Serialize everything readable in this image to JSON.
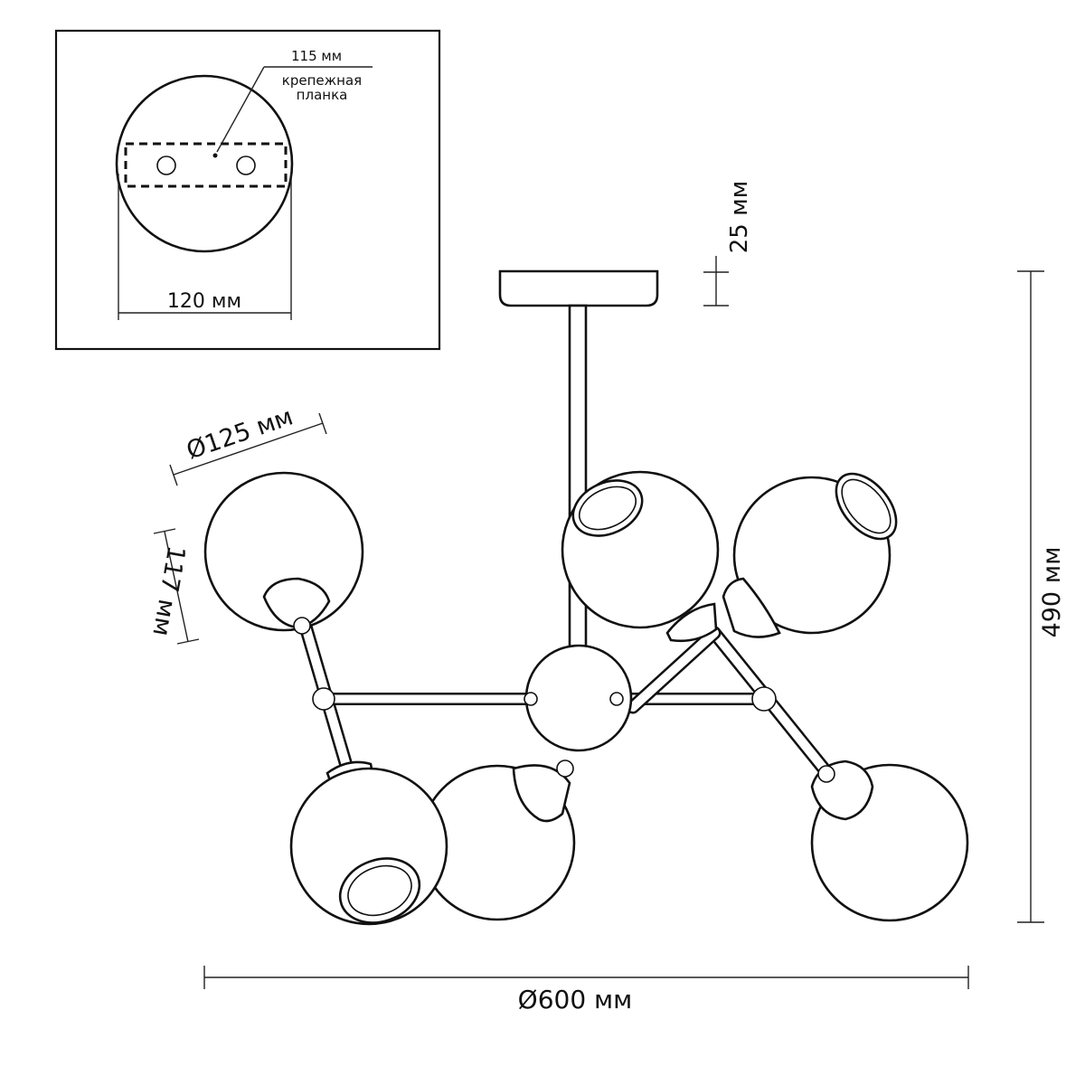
{
  "inset": {
    "plate_width_label": "115 мм",
    "plate_caption_line1": "крепежная",
    "plate_caption_line2": "планка",
    "canopy_diameter_label": "120 мм"
  },
  "dimensions": {
    "canopy_height": "25 мм",
    "shade_diameter": "Ø125 мм",
    "shade_height": "117 мм",
    "total_height": "490 мм",
    "total_diameter": "Ø600 мм"
  },
  "colors": {
    "line": "#111111",
    "background": "#ffffff"
  }
}
